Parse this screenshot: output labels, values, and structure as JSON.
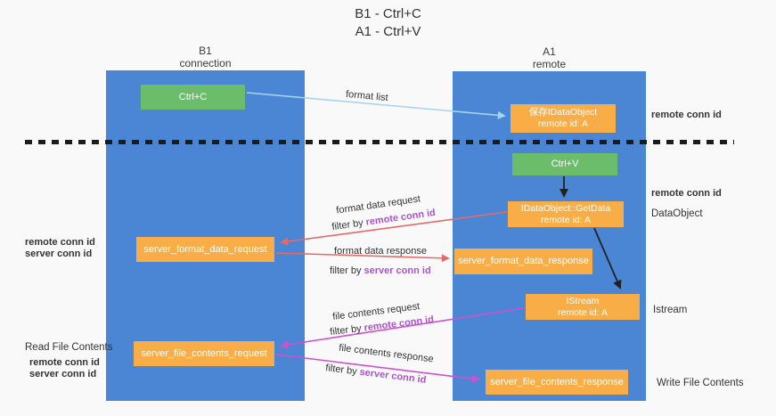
{
  "title": {
    "line1": "B1 - Ctrl+C",
    "line2": "A1 - Ctrl+V"
  },
  "lanes": {
    "left": {
      "name": "B1",
      "role": "connection"
    },
    "right": {
      "name": "A1",
      "role": "remote"
    }
  },
  "boxes": {
    "ctrl_c": "Ctrl+C",
    "ctrl_v": "Ctrl+V",
    "save_dataobject_line1": "保存IDataObject",
    "save_dataobject_line2": "remote id: A",
    "getdata_line1": "IDataObject::GetData",
    "getdata_line2": "remote id: A",
    "istream_line1": "IStream",
    "istream_line2": "remote id: A",
    "format_request": "server_format_data_request",
    "format_response": "server_format_data_response",
    "file_request": "server_file_contents_request",
    "file_response": "server_file_contents_response"
  },
  "arrow_labels": {
    "format_list": "format list",
    "format_data_request": "format data request",
    "format_data_response": "format data response",
    "file_contents_request": "file contents request",
    "file_contents_response": "file contents response",
    "filter_by": "filter by",
    "remote_conn_id": "remote conn id",
    "server_conn_id": "server conn id"
  },
  "annotations": {
    "right_top_remote_conn_id": "remote conn id",
    "right_mid_remote_conn_id": "remote conn id",
    "dataobject": "DataObject",
    "istream": "Istream",
    "write_file_contents": "Write File Contents",
    "left_remote_conn_id": "remote conn id",
    "left_server_conn_id": "server conn id",
    "read_file_contents": "Read File Contents",
    "left2_remote_conn_id": "remote conn id",
    "left2_server_conn_id": "server conn id"
  },
  "colors": {
    "lane_blue": "#4b86d5",
    "box_green": "#6cbd6b",
    "box_orange": "#f9ad46",
    "arrow_light_blue": "#a8d3f0",
    "arrow_red": "#e46a6a",
    "arrow_magenta": "#d050cd",
    "arrow_black": "#222222",
    "text_purple": "#a855cb",
    "text_green": "#55b065"
  }
}
